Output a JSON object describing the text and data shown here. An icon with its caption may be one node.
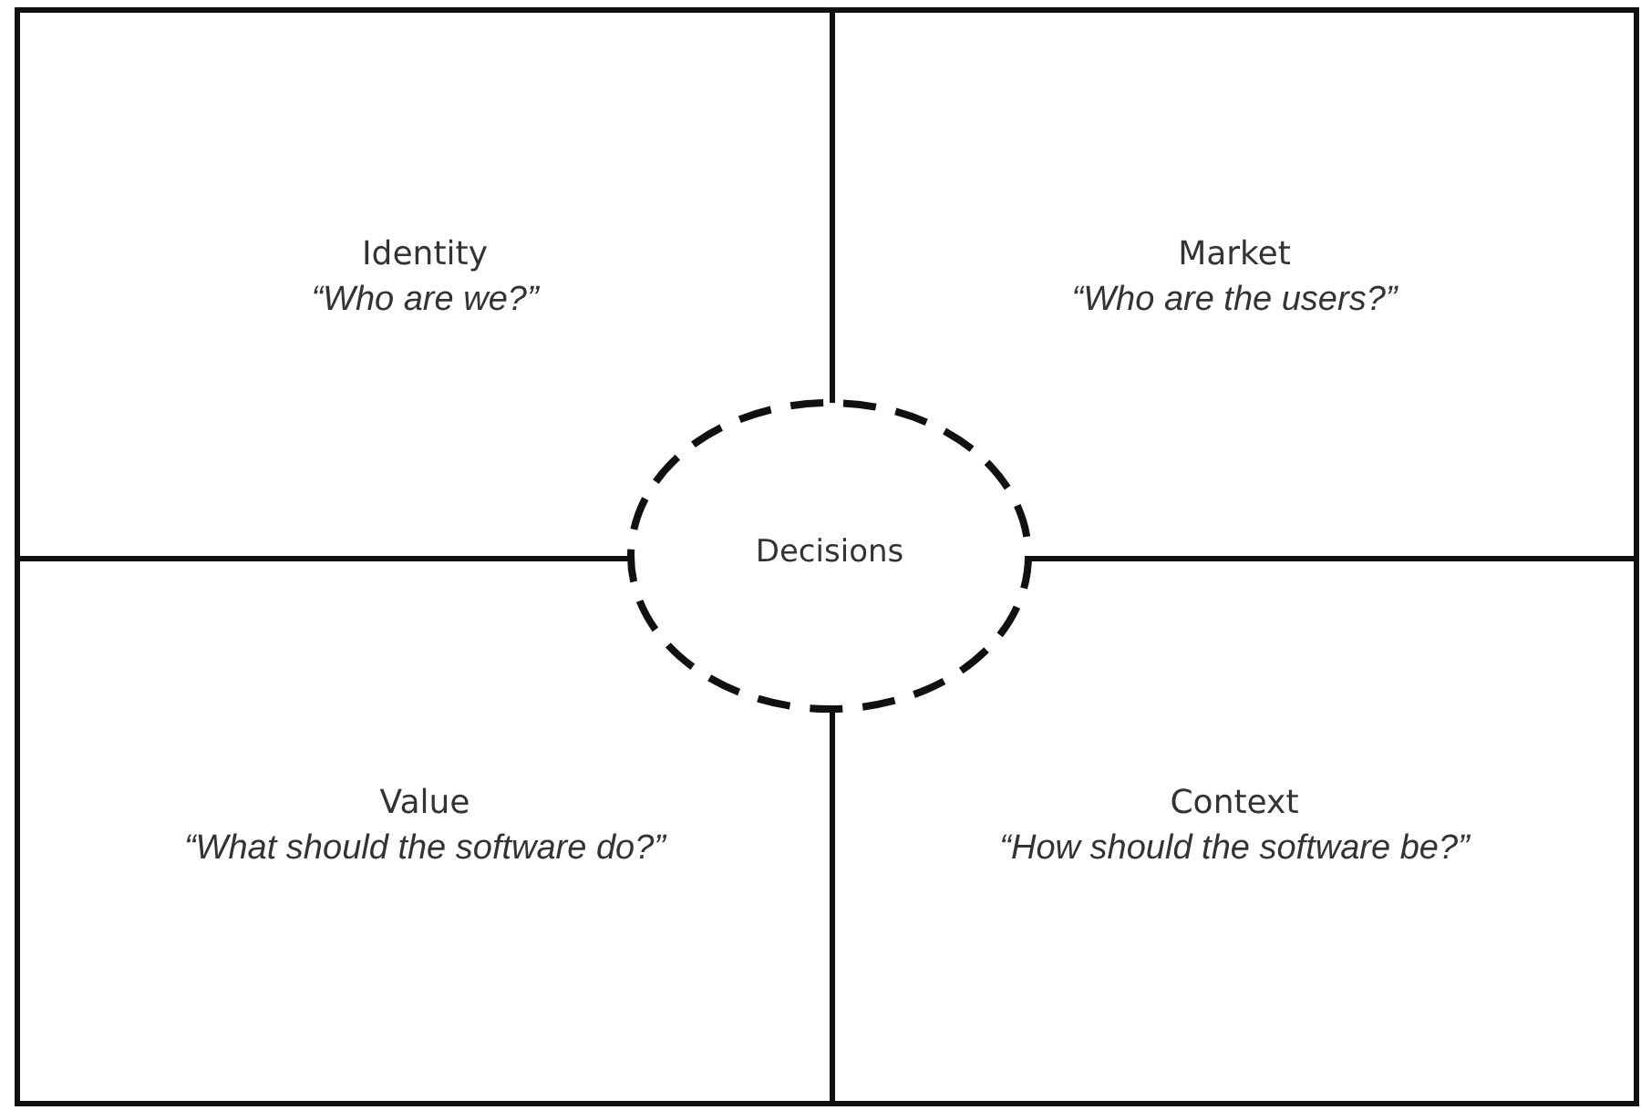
{
  "diagram": {
    "nodes": [
      {
        "text": [
          "Identity",
          "“Who are we?”"
        ]
      },
      {
        "text": [
          "Market",
          "“Who are the users?”"
        ]
      },
      {
        "text": [
          "Value",
          "“What should the software do?”"
        ]
      },
      {
        "text": [
          "Context",
          "“How should the software be?”"
        ]
      },
      {
        "text": [
          "Decisions"
        ]
      }
    ],
    "edges": []
  }
}
